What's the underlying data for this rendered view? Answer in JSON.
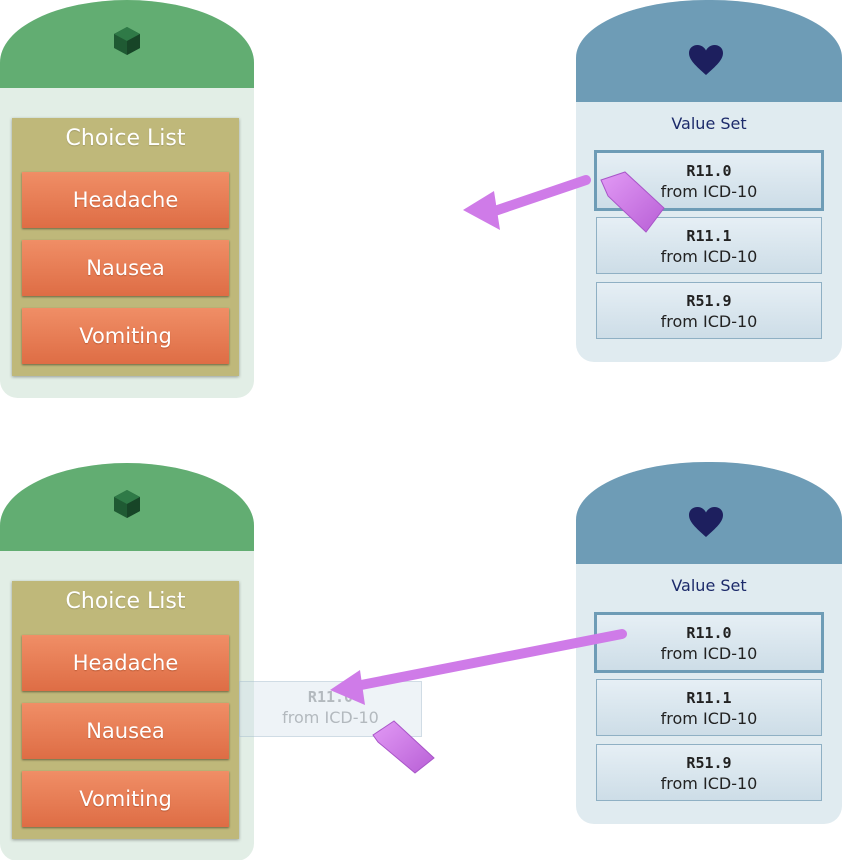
{
  "panels": [
    {
      "choice_list": {
        "title": "Choice List",
        "items": [
          "Headache",
          "Nausea",
          "Vomiting"
        ]
      },
      "value_set": {
        "title": "Value Set",
        "codes": [
          {
            "code": "R11.0",
            "source": "from ICD-10",
            "selected": true
          },
          {
            "code": "R11.1",
            "source": "from ICD-10",
            "selected": false
          },
          {
            "code": "R51.9",
            "source": "from ICD-10",
            "selected": false
          }
        ]
      }
    },
    {
      "choice_list": {
        "title": "Choice List",
        "items": [
          "Headache",
          "Nausea",
          "Vomiting"
        ]
      },
      "value_set": {
        "title": "Value Set",
        "codes": [
          {
            "code": "R11.0",
            "source": "from ICD-10",
            "selected": true
          },
          {
            "code": "R11.1",
            "source": "from ICD-10",
            "selected": false
          },
          {
            "code": "R51.9",
            "source": "from ICD-10",
            "selected": false
          }
        ]
      },
      "drag_ghost": {
        "code": "R11.0",
        "source": "from ICD-10"
      }
    }
  ],
  "icons": {
    "choice_list_header": "cube-icon",
    "value_set_header": "heart-icon",
    "drag_pointer": "pointer-tag-icon"
  },
  "colors": {
    "green_header": "#62ad72",
    "choice_panel": "#bfb87a",
    "choice_item": "#e8774f",
    "blue_header": "#6e9cb6",
    "heart": "#1d1f5e",
    "drag_arrow": "#cf7be8"
  }
}
